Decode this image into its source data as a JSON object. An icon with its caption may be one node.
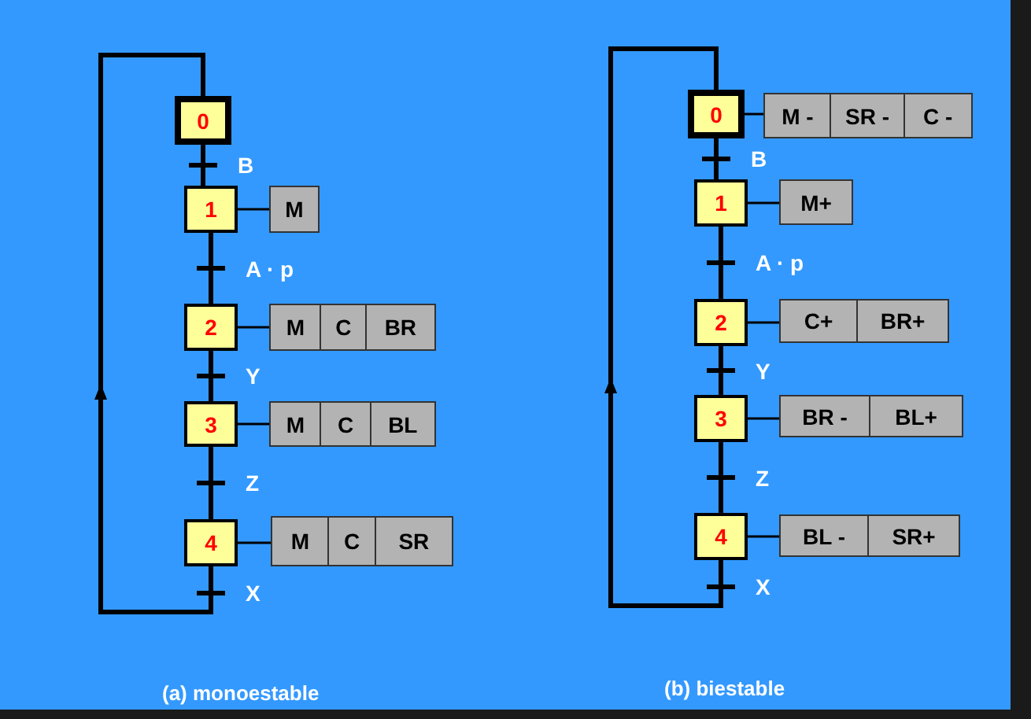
{
  "diagram": {
    "nodes": [
      {
        "text": [
          "0"
        ]
      },
      {
        "text": [
          "1"
        ]
      },
      {
        "text": [
          "M"
        ]
      },
      {
        "text": [
          "2"
        ]
      },
      {
        "text": [
          "M",
          "C",
          "BR"
        ]
      },
      {
        "text": [
          "3"
        ]
      },
      {
        "text": [
          "M",
          "C",
          "BL"
        ]
      },
      {
        "text": [
          "4"
        ]
      },
      {
        "text": [
          "M",
          "C",
          "SR"
        ]
      },
      {
        "text": [
          "0"
        ]
      },
      {
        "text": [
          "M -",
          "SR -",
          "C -"
        ]
      },
      {
        "text": [
          "1"
        ]
      },
      {
        "text": [
          "M+"
        ]
      },
      {
        "text": [
          "2"
        ]
      },
      {
        "text": [
          "C+",
          "BR+"
        ]
      },
      {
        "text": [
          "3"
        ]
      },
      {
        "text": [
          "BR -",
          "BL+"
        ]
      },
      {
        "text": [
          "4"
        ]
      },
      {
        "text": [
          "BL -",
          "SR+"
        ]
      }
    ],
    "edges": [
      {
        "from": 0,
        "to": 1,
        "arrow": "none",
        "label": "B"
      },
      {
        "from": 1,
        "to": 3,
        "arrow": "none",
        "label": "A · p"
      },
      {
        "from": 3,
        "to": 5,
        "arrow": "none",
        "label": "Y"
      },
      {
        "from": 5,
        "to": 7,
        "arrow": "none",
        "label": "Z"
      },
      {
        "from": 7,
        "to": 0,
        "arrow": "to",
        "label": "X"
      },
      {
        "from": 1,
        "to": 2,
        "arrow": "none"
      },
      {
        "from": 3,
        "to": 4,
        "arrow": "none"
      },
      {
        "from": 5,
        "to": 6,
        "arrow": "none"
      },
      {
        "from": 7,
        "to": 8,
        "arrow": "none"
      },
      {
        "from": 9,
        "to": 11,
        "arrow": "none",
        "label": "B"
      },
      {
        "from": 11,
        "to": 13,
        "arrow": "none",
        "label": "A · p"
      },
      {
        "from": 13,
        "to": 15,
        "arrow": "none",
        "label": "Y"
      },
      {
        "from": 15,
        "to": 17,
        "arrow": "none",
        "label": "Z"
      },
      {
        "from": 17,
        "to": 9,
        "arrow": "to",
        "label": "X"
      },
      {
        "from": 9,
        "to": 10,
        "arrow": "none"
      },
      {
        "from": 11,
        "to": 12,
        "arrow": "none"
      },
      {
        "from": 13,
        "to": 14,
        "arrow": "none"
      },
      {
        "from": 15,
        "to": 16,
        "arrow": "none"
      },
      {
        "from": 17,
        "to": 18,
        "arrow": "none"
      }
    ],
    "labels": [
      "(a) monoestable",
      "(b) biestable"
    ]
  }
}
